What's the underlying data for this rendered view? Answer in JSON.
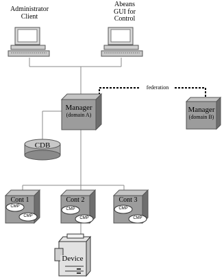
{
  "clients": {
    "admin": {
      "line1": "Administrator",
      "line2": "Client"
    },
    "abeans": {
      "line1": "Abeans",
      "line2": "GUI for",
      "line3": "Control"
    }
  },
  "managers": {
    "a": {
      "title": "Manager",
      "domain": "(domain A)"
    },
    "b": {
      "title": "Manager",
      "domain": "(domain B)"
    }
  },
  "federation_label": "federation",
  "cdb_label": "CDB",
  "containers": [
    {
      "name": "Cont 1",
      "cmp": [
        "CMP",
        "CMP"
      ]
    },
    {
      "name": "Cont 2",
      "cmp": [
        "CMP",
        "CMP"
      ]
    },
    {
      "name": "Cont 3",
      "cmp": [
        "CMP",
        "CMP"
      ]
    }
  ],
  "device_label": "Device",
  "colors": {
    "box_front": "#9c9c9c",
    "box_side": "#6e6e6e",
    "box_top": "#c4c4c4",
    "line": "#888888"
  }
}
